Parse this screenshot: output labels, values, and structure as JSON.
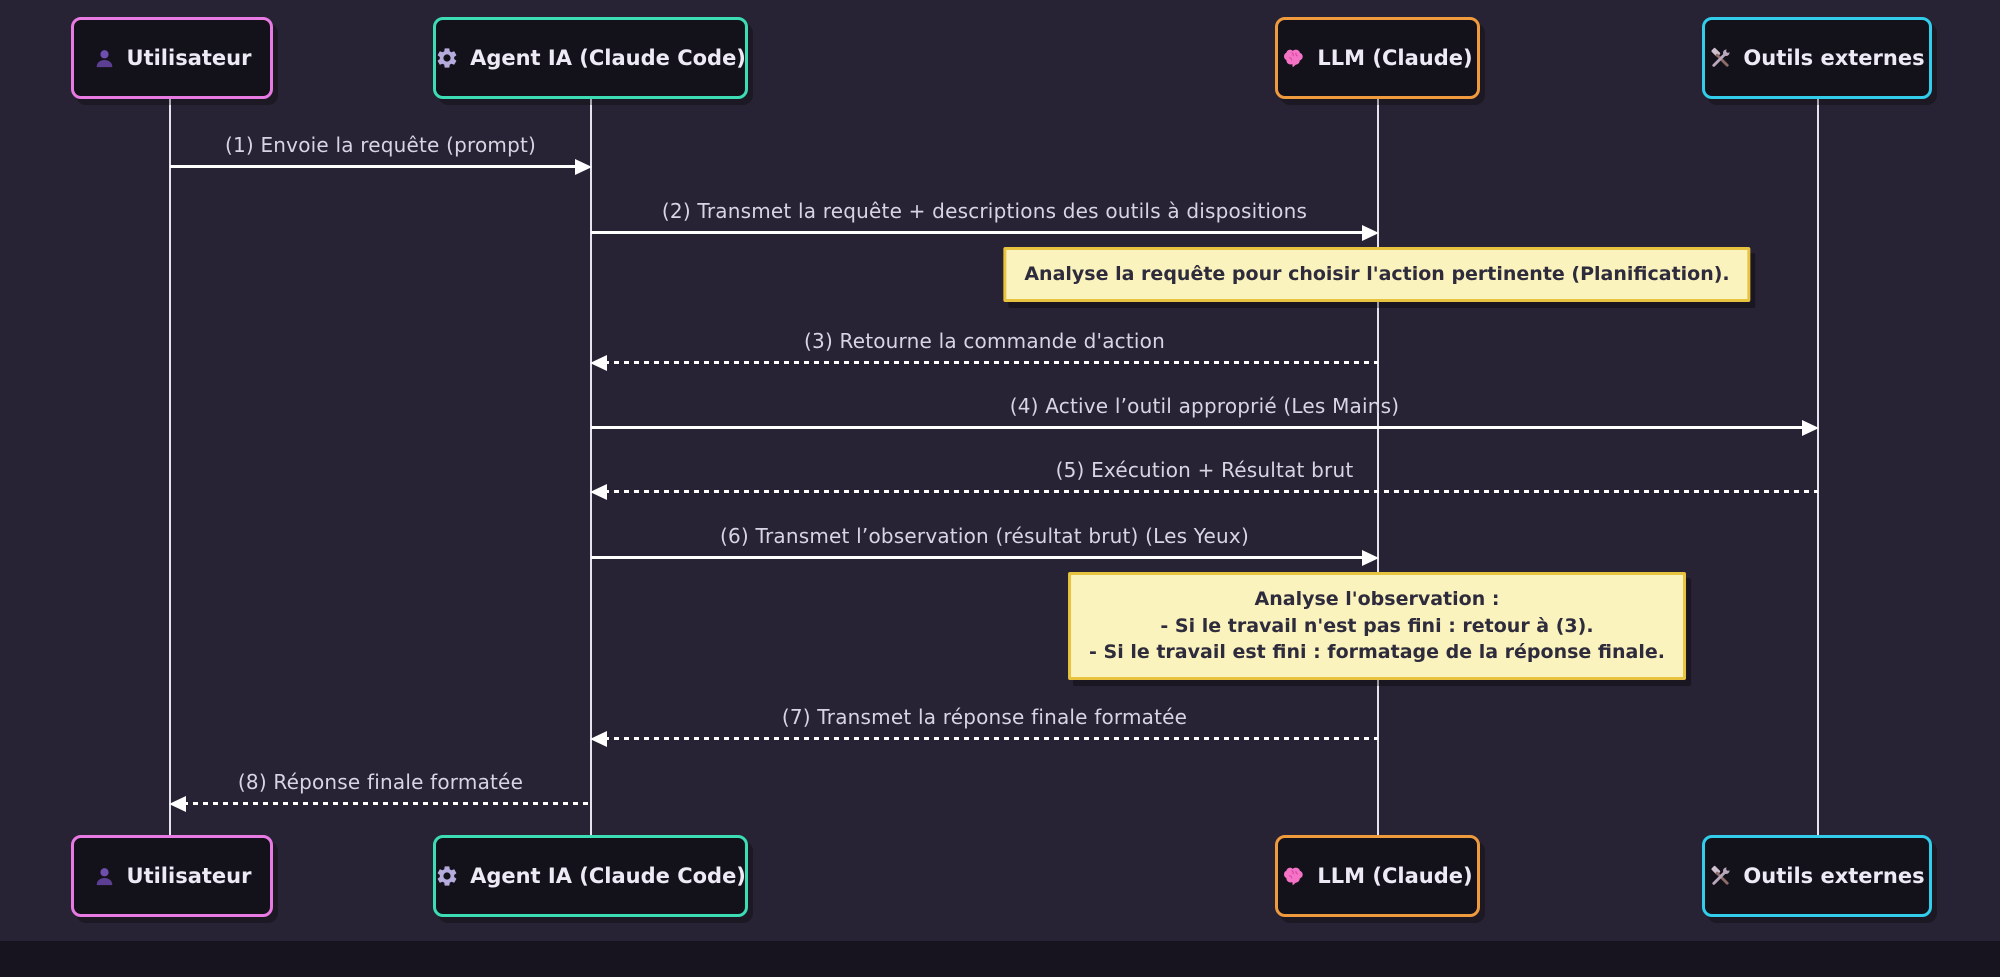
{
  "diagram": {
    "type": "sequence",
    "actors": [
      {
        "id": "utilisateur",
        "label": "Utilisateur",
        "icon": "user-icon",
        "border_color": "#e87ae3"
      },
      {
        "id": "agent",
        "label": "Agent IA (Claude Code)",
        "icon": "gear-icon",
        "border_color": "#3cdcb4"
      },
      {
        "id": "llm",
        "label": "LLM (Claude)",
        "icon": "brain-icon",
        "border_color": "#f09a3e"
      },
      {
        "id": "outils",
        "label": "Outils externes",
        "icon": "tools-icon",
        "border_color": "#31cdea"
      }
    ],
    "messages": [
      {
        "label": "(1) Envoie la requête (prompt)",
        "from": "utilisateur",
        "to": "agent",
        "line": "solid"
      },
      {
        "label": "(2) Transmet la requête + descriptions des outils à dispositions",
        "from": "agent",
        "to": "llm",
        "line": "solid"
      },
      {
        "label": "(3) Retourne la commande d'action",
        "from": "llm",
        "to": "agent",
        "line": "dotted"
      },
      {
        "label": "(4) Active l’outil approprié (Les Mains)",
        "from": "agent",
        "to": "outils",
        "line": "solid"
      },
      {
        "label": "(5) Exécution + Résultat brut",
        "from": "outils",
        "to": "agent",
        "line": "dotted"
      },
      {
        "label": "(6) Transmet l’observation (résultat brut) (Les Yeux)",
        "from": "agent",
        "to": "llm",
        "line": "solid"
      },
      {
        "label": "(7) Transmet la réponse finale formatée",
        "from": "llm",
        "to": "agent",
        "line": "dotted"
      },
      {
        "label": "(8) Réponse finale formatée",
        "from": "agent",
        "to": "utilisateur",
        "line": "dotted"
      }
    ],
    "notes": [
      {
        "over": "llm",
        "text": "Analyse la requête pour choisir l'action pertinente (Planification)."
      },
      {
        "over": "llm",
        "text": "Analyse l'observation :\n- Si le travail n'est pas fini : retour à (3).\n- Si le travail est fini : formatage de la réponse finale."
      }
    ],
    "colors": {
      "background": "#272334",
      "actor_fill": "#131119",
      "lifeline": "#e6e3ef",
      "message_text": "#d8d4e4",
      "arrow": "#ffffff",
      "note_fill": "#faf3bd",
      "note_border": "#e8c33f",
      "note_text": "#2e2b3d"
    }
  }
}
